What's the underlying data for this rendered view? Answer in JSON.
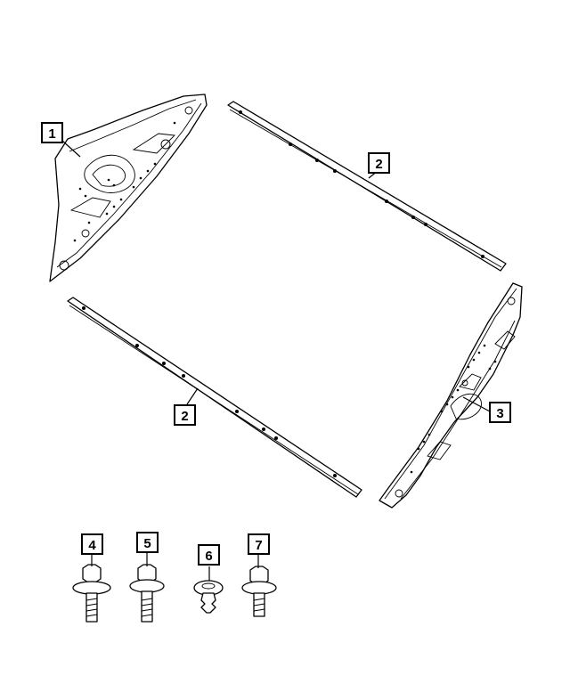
{
  "callouts": [
    {
      "id": "c1",
      "label": "1"
    },
    {
      "id": "c2a",
      "label": "2"
    },
    {
      "id": "c2b",
      "label": "2"
    },
    {
      "id": "c3",
      "label": "3"
    },
    {
      "id": "c4",
      "label": "4"
    },
    {
      "id": "c5",
      "label": "5"
    },
    {
      "id": "c6",
      "label": "6"
    },
    {
      "id": "c7",
      "label": "7"
    }
  ]
}
